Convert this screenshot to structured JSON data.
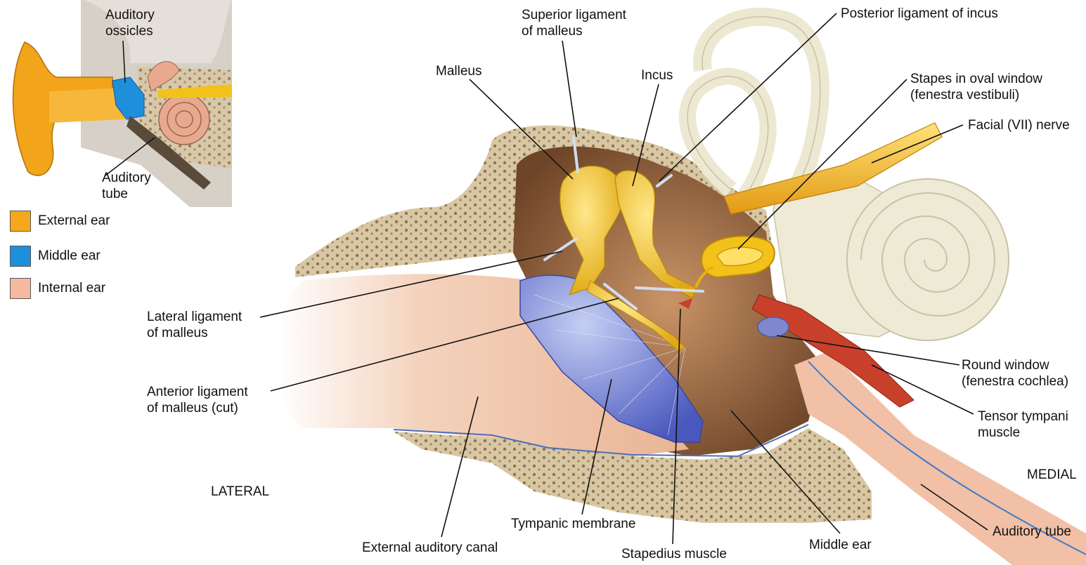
{
  "inset": {
    "labels": {
      "auditory_ossicles": "Auditory\nossicles",
      "auditory_tube": "Auditory\ntube"
    }
  },
  "legend": {
    "items": [
      {
        "label": "External ear",
        "color": "#F5A81C"
      },
      {
        "label": "Middle ear",
        "color": "#1E8FDB"
      },
      {
        "label": "Internal ear",
        "color": "#F4B9A0"
      }
    ]
  },
  "orientation": {
    "lateral": "LATERAL",
    "medial": "MEDIAL"
  },
  "labels": {
    "superior_ligament": "Superior ligament\nof malleus",
    "posterior_ligament": "Posterior ligament of incus",
    "malleus": "Malleus",
    "incus": "Incus",
    "stapes": "Stapes in oval window\n(fenestra vestibuli)",
    "facial_nerve": "Facial (VII) nerve",
    "lateral_ligament": "Lateral ligament\nof malleus",
    "anterior_ligament": "Anterior ligament\nof malleus (cut)",
    "round_window": "Round window\n(fenestra cochlea)",
    "tensor_tympani": "Tensor tympani\nmuscle",
    "auditory_tube": "Auditory tube",
    "tympanic_membrane": "Tympanic membrane",
    "external_canal": "External auditory canal",
    "stapedius": "Stapedius muscle",
    "middle_ear": "Middle ear"
  },
  "colors": {
    "bone": "#D8C6A2",
    "bone_dark": "#8E7A5C",
    "ossicle": "#F2C21A",
    "tympanic": "#6F7FD6",
    "cavity": "#9A6A45",
    "canal": "#F2C8AE",
    "cochlea": "#EEEAD6",
    "nerve": "#F0B91E",
    "muscle": "#C9402A"
  }
}
